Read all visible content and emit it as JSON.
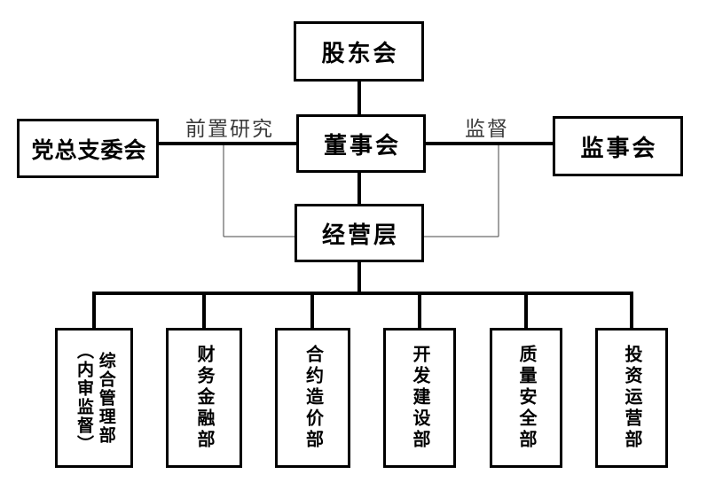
{
  "diagram": {
    "type": "org-chart",
    "nodes": {
      "shareholders": {
        "label": "股东会"
      },
      "party_committee": {
        "label": "党总支委会"
      },
      "board": {
        "label": "董事会"
      },
      "supervisory_board": {
        "label": "监事会"
      },
      "management": {
        "label": "经营层"
      }
    },
    "edge_labels": {
      "pre_research": "前置研究",
      "supervision": "监督"
    },
    "edges": [
      {
        "from": "股东会",
        "to": "董事会",
        "label": ""
      },
      {
        "from": "党总支委会",
        "to": "董事会",
        "label": "前置研究"
      },
      {
        "from": "董事会",
        "to": "监事会",
        "label": "监督"
      },
      {
        "from": "董事会",
        "to": "经营层",
        "label": ""
      },
      {
        "from": "党总支委会",
        "to": "经营层",
        "label": ""
      },
      {
        "from": "监事会",
        "to": "经营层",
        "label": ""
      },
      {
        "from": "经营层",
        "to": "departments",
        "label": ""
      }
    ],
    "departments": [
      {
        "label": "综合管理部",
        "sub": "（内审监督）"
      },
      {
        "label": "财务金融部",
        "sub": ""
      },
      {
        "label": "合约造价部",
        "sub": ""
      },
      {
        "label": "开发建设部",
        "sub": ""
      },
      {
        "label": "质量安全部",
        "sub": ""
      },
      {
        "label": "投资运营部",
        "sub": ""
      }
    ],
    "colors": {
      "line": "#000000",
      "thin_line": "#454545",
      "edge_label_text": "#3b3b3b",
      "border": "#000000",
      "background": "#ffffff"
    }
  }
}
